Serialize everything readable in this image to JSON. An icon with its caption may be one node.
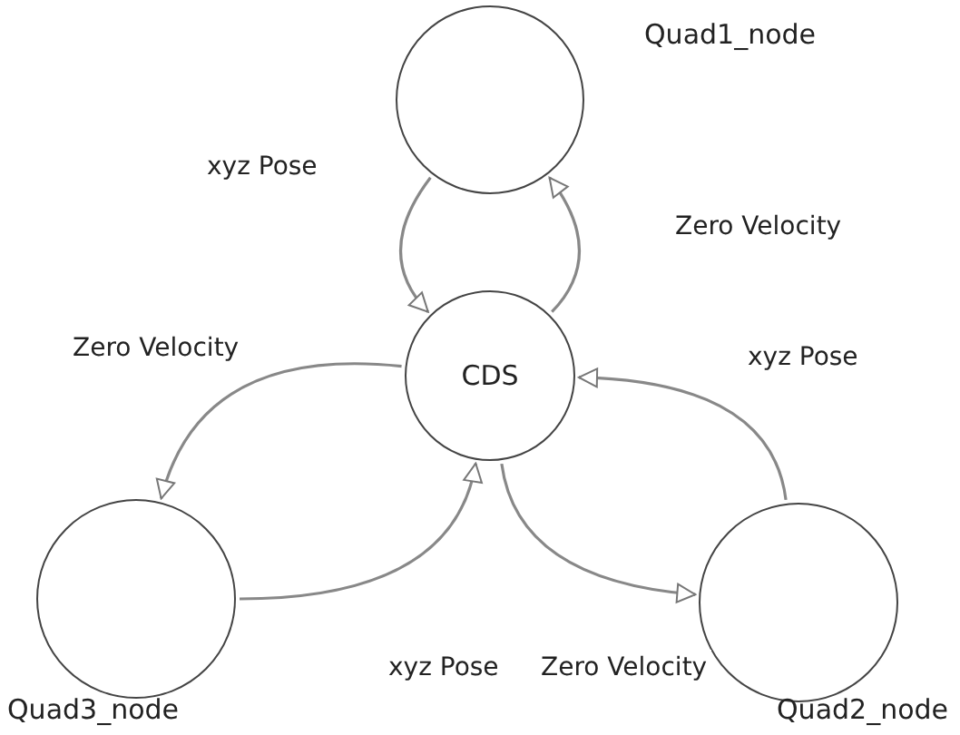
{
  "diagram": {
    "nodes": [
      {
        "text": [],
        "shape": "circle",
        "beside": [
          "Quad1_node"
        ]
      },
      {
        "text": [
          "CDS"
        ]
      },
      {
        "text": [],
        "shape": "circle",
        "beside": [
          "Quad3_node"
        ]
      },
      {
        "text": [],
        "shape": "circle",
        "beside": [
          "Quad2_node"
        ]
      }
    ],
    "edges": [
      {
        "from": 0,
        "to": 1,
        "arrow": "to",
        "label": "xyz Pose"
      },
      {
        "from": 1,
        "to": 0,
        "arrow": "to",
        "label": "Zero Velocity"
      },
      {
        "from": 1,
        "to": 2,
        "arrow": "to",
        "label": "Zero Velocity"
      },
      {
        "from": 2,
        "to": 1,
        "arrow": "to",
        "label": "xyz Pose"
      },
      {
        "from": 1,
        "to": 3,
        "arrow": "to",
        "label": "Zero Velocity"
      },
      {
        "from": 3,
        "to": 1,
        "arrow": "to",
        "label": "xyz Pose"
      }
    ]
  }
}
